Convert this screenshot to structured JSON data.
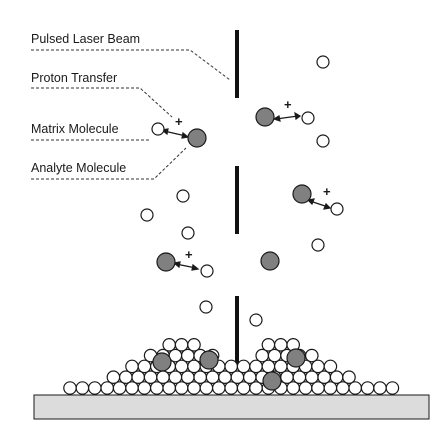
{
  "labels": {
    "pulsed_laser_beam": "Pulsed Laser Beam",
    "proton_transfer": "Proton Transfer",
    "matrix_molecule": "Matrix Molecule",
    "analyte_molecule": "Analyte Molecule"
  },
  "proton_sign": "+",
  "colors": {
    "matrix_fill": "#ffffff",
    "analyte_fill": "#808080",
    "outline": "#1a1a1a",
    "substrate_fill": "#dcdcdc",
    "laser_beam": "#111111"
  }
}
